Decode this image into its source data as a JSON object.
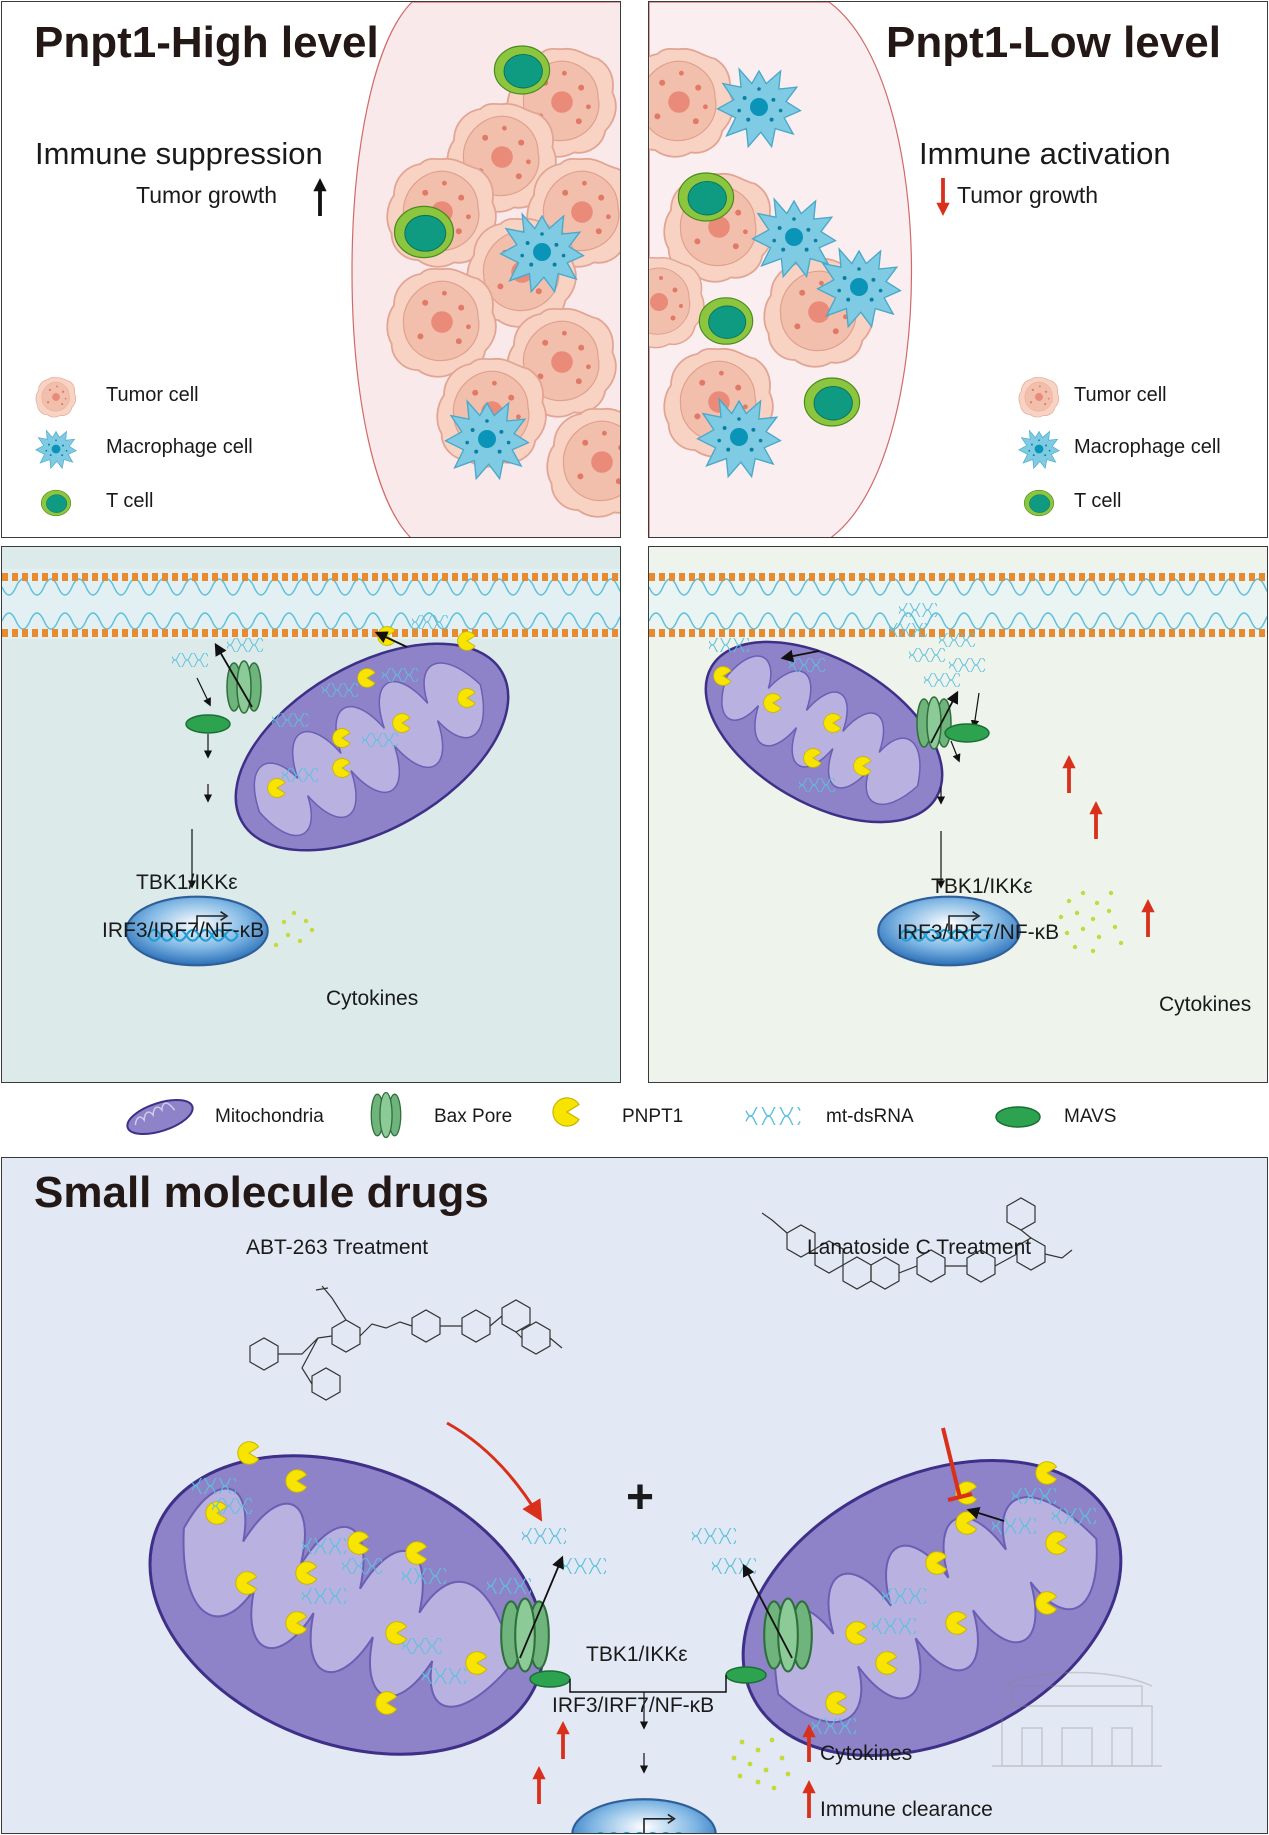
{
  "top_left": {
    "title": "Pnpt1-High level",
    "state": "Immune suppression",
    "growth": "Tumor growth",
    "legend": [
      "Tumor cell",
      "Macrophage cell",
      "T cell"
    ]
  },
  "top_right": {
    "title": "Pnpt1-Low level",
    "state": "Immune activation",
    "growth": "Tumor growth",
    "legend": [
      "Tumor cell",
      "Macrophage cell",
      "T cell"
    ]
  },
  "mid_left": {
    "tbk": "TBK1/IKKε",
    "irf": "IRF3/IRF7/NF-κB",
    "cytokines": "Cytokines"
  },
  "mid_right": {
    "tbk": "TBK1/IKKε",
    "irf": "IRF3/IRF7/NF-κB",
    "cytokines": "Cytokines"
  },
  "legend_bar": [
    "Mitochondria",
    "Bax Pore",
    "PNPT1",
    "mt-dsRNA",
    "MAVS"
  ],
  "bottom": {
    "title": "Small molecule drugs",
    "drug1": "ABT-263 Treatment",
    "drug2": "Lanatoside C Treatment",
    "plus": "+",
    "tbk": "TBK1/IKKε",
    "irf": "IRF3/IRF7/NF-κB",
    "cytokines": "Cytokines",
    "clearance": "Immune clearance"
  },
  "colors": {
    "membrane_bg_left": "#dcebea",
    "membrane_bg_right": "#eef3ec",
    "bottom_bg": "#e3e9f4",
    "mito": "#8e82c8",
    "mito_inner": "#b9b2e0",
    "tumor": "#f6cfc0",
    "macrophage": "#7ccbe3",
    "tcell_outer": "#8cc63f",
    "tcell_inner": "#0f9a82",
    "pnpt1": "#f4e000",
    "mavs": "#2ea34f",
    "up_arrow": "#d9301c"
  }
}
